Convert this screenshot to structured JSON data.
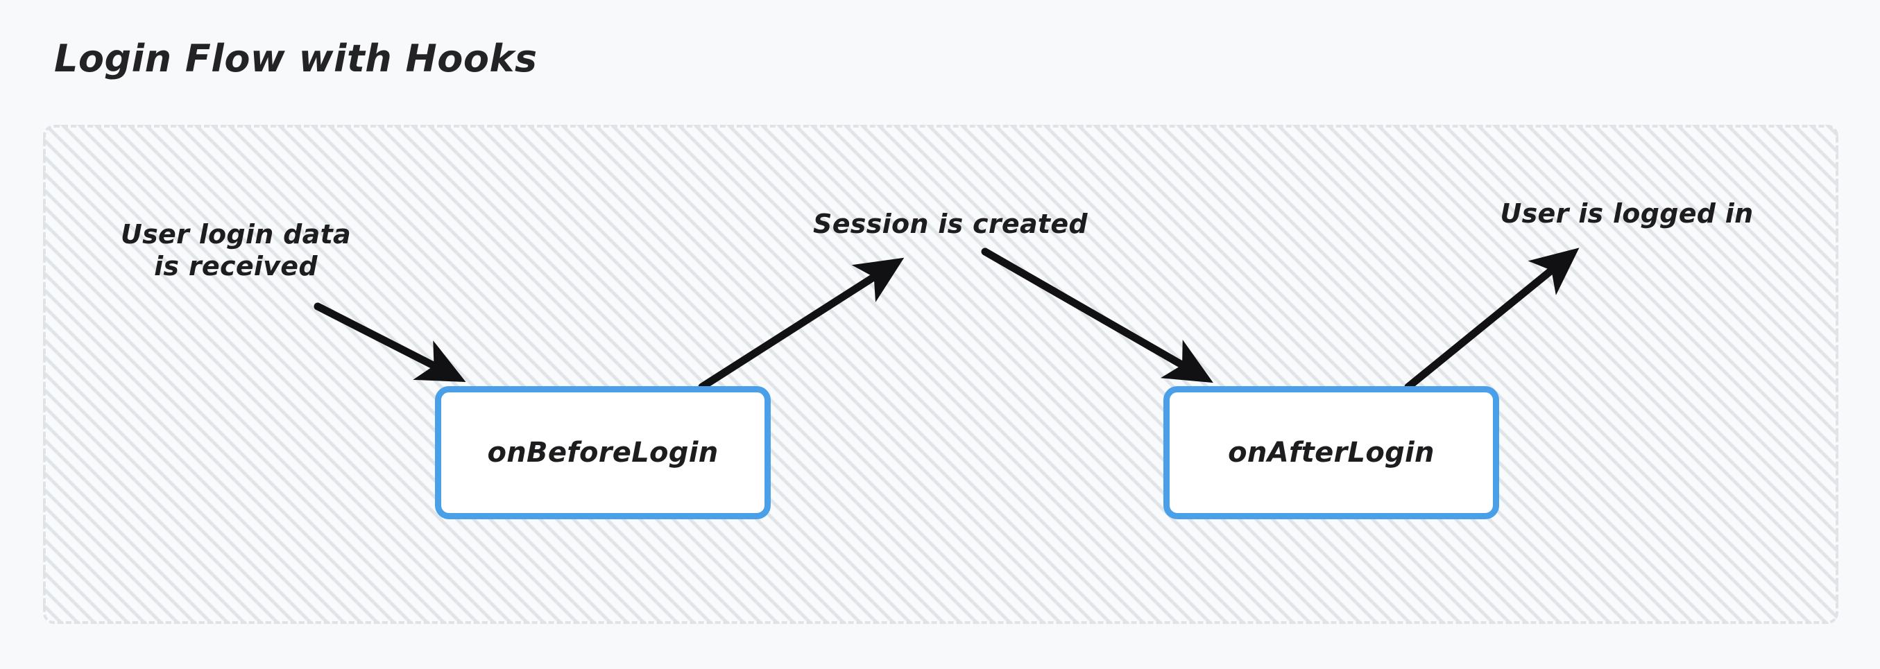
{
  "page": {
    "background_color": "#f7f9fb",
    "title": "Login Flow with Hooks"
  },
  "container": {
    "border_style": "dashed",
    "border_color": "#dfe3e8",
    "fill_pattern": "diagonal-hatch",
    "fill_color": "#f9fafb"
  },
  "nodes": [
    {
      "id": "on-before-login",
      "label": "onBeforeLogin",
      "border_color": "#4a9fe9",
      "fill_color": "#ffffff"
    },
    {
      "id": "on-after-login",
      "label": "onAfterLogin",
      "border_color": "#4a9fe9",
      "fill_color": "#ffffff"
    }
  ],
  "edge_labels": [
    {
      "id": "user-login-data",
      "text": "User login data\nis received"
    },
    {
      "id": "session-created",
      "text": "Session is created"
    },
    {
      "id": "user-logged-in",
      "text": "User is logged in"
    }
  ],
  "arrows": [
    {
      "id": "arrow-login-data-to-before-login",
      "from": "user-login-data",
      "to": "on-before-login",
      "direction": "down-right",
      "color": "#111113"
    },
    {
      "id": "arrow-before-login-to-session-created",
      "from": "on-before-login",
      "to": "session-created",
      "direction": "up-right",
      "color": "#111113"
    },
    {
      "id": "arrow-session-created-to-after-login",
      "from": "session-created",
      "to": "on-after-login",
      "direction": "down-right",
      "color": "#111113"
    },
    {
      "id": "arrow-after-login-to-user-logged-in",
      "from": "on-after-login",
      "to": "user-logged-in",
      "direction": "up-right",
      "color": "#111113"
    }
  ]
}
